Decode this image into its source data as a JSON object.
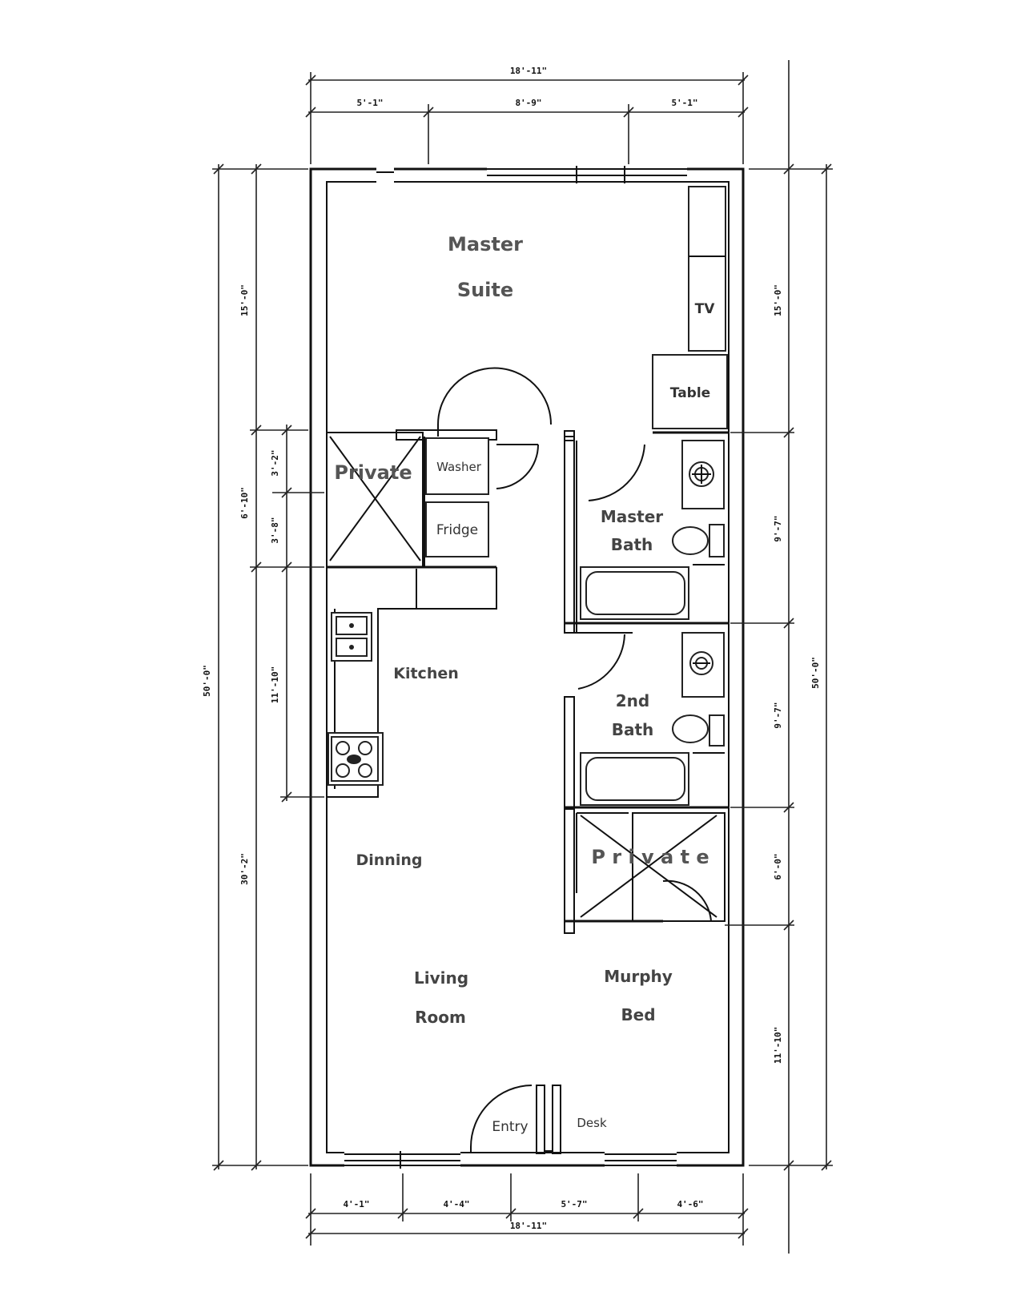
{
  "rooms": {
    "master_suite_1": "Master",
    "master_suite_2": "Suite",
    "kitchen": "Kitchen",
    "dinning": "Dinning",
    "living_1": "Living",
    "living_2": "Room",
    "murphy_1": "Murphy",
    "murphy_2": "Bed",
    "master_bath_1": "Master",
    "master_bath_2": "Bath",
    "second_bath_1": "2nd",
    "second_bath_2": "Bath",
    "private_1": "Private",
    "private_2": "P r i v a t e"
  },
  "fixtures": {
    "tv": "TV",
    "table": "Table",
    "washer": "Washer",
    "fridge": "Fridge",
    "entry": "Entry",
    "desk": "Desk"
  },
  "dimensions": {
    "top_overall": "18'-11\"",
    "top_left": "5'-1\"",
    "top_mid": "8'-9\"",
    "top_right": "5'-1\"",
    "bottom_1": "4'-1\"",
    "bottom_2": "4'-4\"",
    "bottom_3": "5'-7\"",
    "bottom_4": "4'-6\"",
    "bottom_overall": "18'-11\"",
    "left_overall": "50'-0\"",
    "left_upper": "15'-0\"",
    "left_lower": "30'-2\"",
    "left_closet_total": "6'-10\"",
    "left_closet_a": "3'-2\"",
    "left_closet_b": "3'-8\"",
    "left_kitchen": "11'-10\"",
    "right_overall": "50'-0\"",
    "right_upper": "15'-0\"",
    "right_bath1": "9'-7\"",
    "right_bath2": "9'-7\"",
    "right_private": "6'-0\"",
    "right_lower": "11'-10\""
  }
}
